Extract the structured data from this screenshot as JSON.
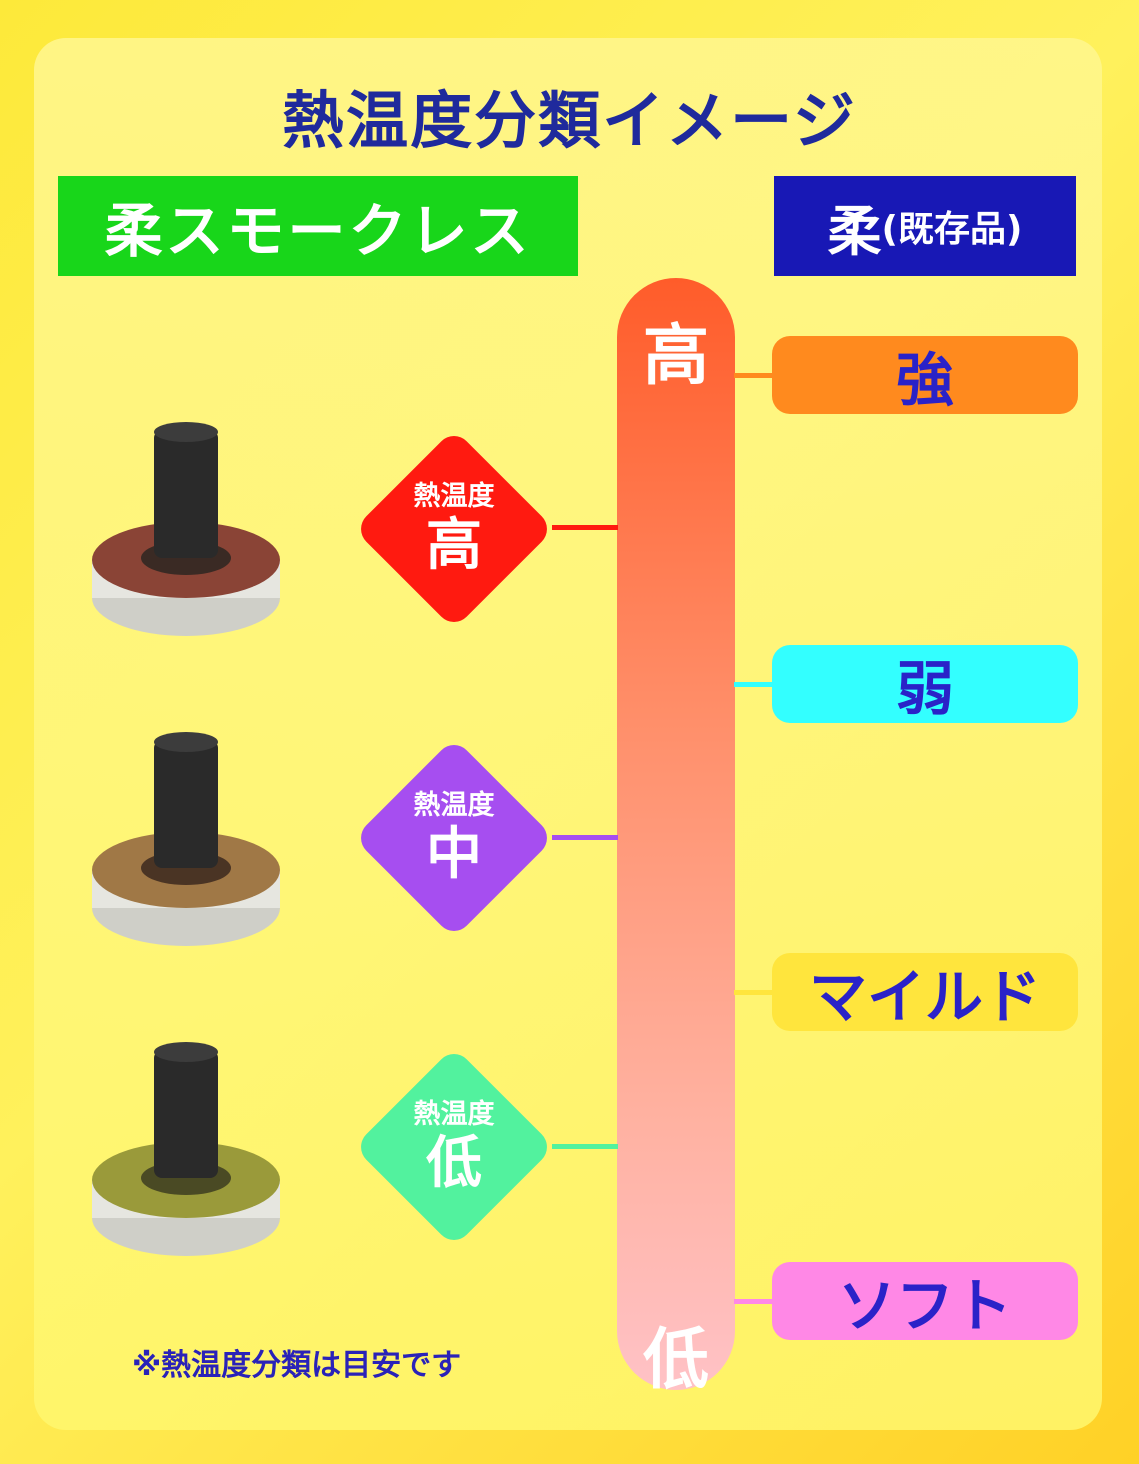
{
  "title": "熱温度分類イメージ",
  "label_left": "柔スモークレス",
  "label_right": {
    "main": "柔",
    "sub": "(既存品)"
  },
  "scale": {
    "top": "高",
    "bottom": "低"
  },
  "diamonds": [
    {
      "sub": "熱温度",
      "main": "高",
      "color": "#ff1a10"
    },
    {
      "sub": "熱温度",
      "main": "中",
      "color": "#a64ef0"
    },
    {
      "sub": "熱温度",
      "main": "低",
      "color": "#52f29e"
    }
  ],
  "pills": [
    {
      "label": "強",
      "color": "#ff8a1e"
    },
    {
      "label": "弱",
      "color": "#33ffff"
    },
    {
      "label": "マイルド",
      "color": "#ffe53d"
    },
    {
      "label": "ソフト",
      "color": "#ff88e6"
    }
  ],
  "products": [
    {
      "name": "smokeless-moxa-high",
      "ring_color": "#8a4436"
    },
    {
      "name": "smokeless-moxa-mid",
      "ring_color": "#a07846"
    },
    {
      "name": "smokeless-moxa-low",
      "ring_color": "#9a9a3a"
    }
  ],
  "note": "※熱温度分類は目安です"
}
